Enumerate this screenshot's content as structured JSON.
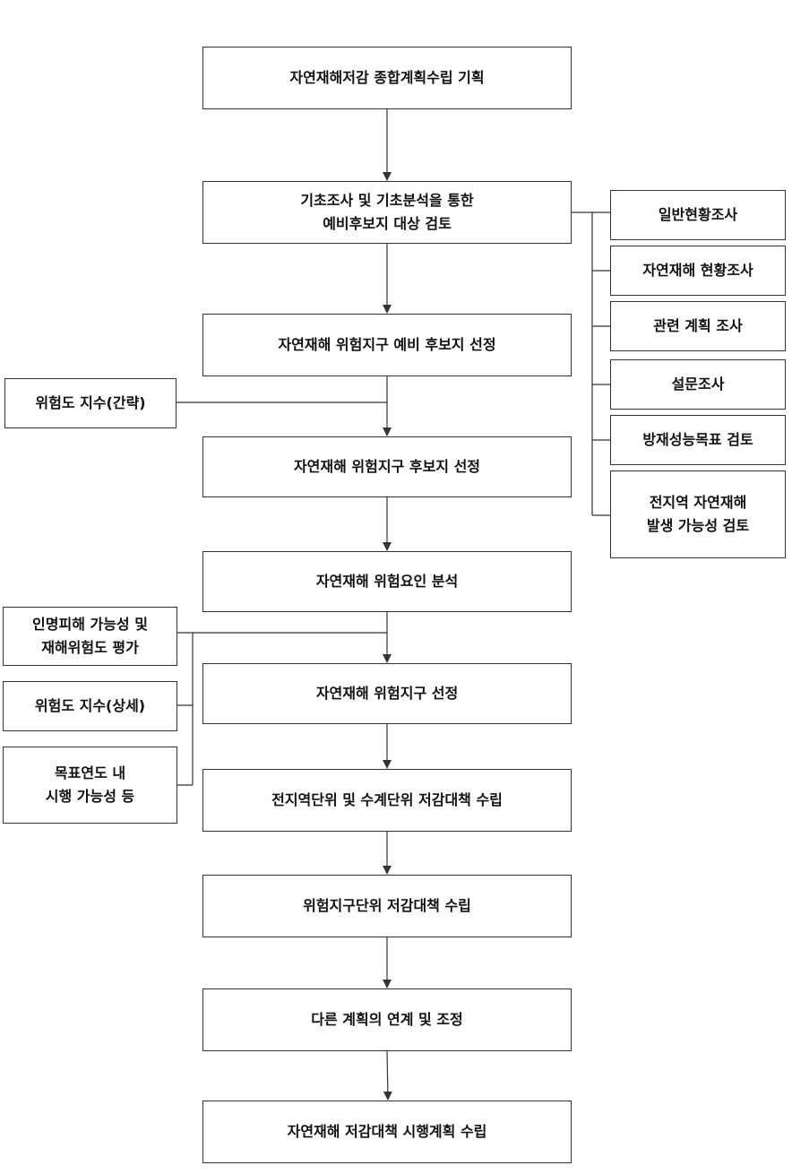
{
  "main_flow": [
    {
      "lines": [
        "자연재해저감 종합계획수립 기획"
      ]
    },
    {
      "lines": [
        "기초조사 및 기초분석을 통한",
        "예비후보지 대상 검토"
      ]
    },
    {
      "lines": [
        "자연재해 위험지구 예비 후보지 선정"
      ]
    },
    {
      "lines": [
        "자연재해 위험지구 후보지 선정"
      ]
    },
    {
      "lines": [
        "자연재해 위험요인 분석"
      ]
    },
    {
      "lines": [
        "자연재해 위험지구 선정"
      ]
    },
    {
      "lines": [
        "전지역단위 및 수계단위 저감대책 수립"
      ]
    },
    {
      "lines": [
        "위험지구단위 저감대책 수립"
      ]
    },
    {
      "lines": [
        "다른 계획의 연계 및 조정"
      ]
    },
    {
      "lines": [
        "자연재해 저감대책 시행계획 수립"
      ]
    }
  ],
  "survey_items": [
    {
      "lines": [
        "일반현황조사"
      ]
    },
    {
      "lines": [
        "자연재해 현황조사"
      ]
    },
    {
      "lines": [
        "관련 계획 조사"
      ]
    },
    {
      "lines": [
        "설문조사"
      ]
    },
    {
      "lines": [
        "방재성능목표 검토"
      ]
    },
    {
      "lines": [
        "전지역 자연재해",
        "발생 가능성 검토"
      ]
    }
  ],
  "left_inputs": [
    {
      "lines": [
        "위험도 지수(간략)"
      ]
    },
    {
      "lines": [
        "인명피해 가능성 및",
        "재해위험도 평가"
      ]
    },
    {
      "lines": [
        "위험도 지수(상세)"
      ]
    },
    {
      "lines": [
        "목표연도 내",
        "시행 가능성 등"
      ]
    }
  ]
}
